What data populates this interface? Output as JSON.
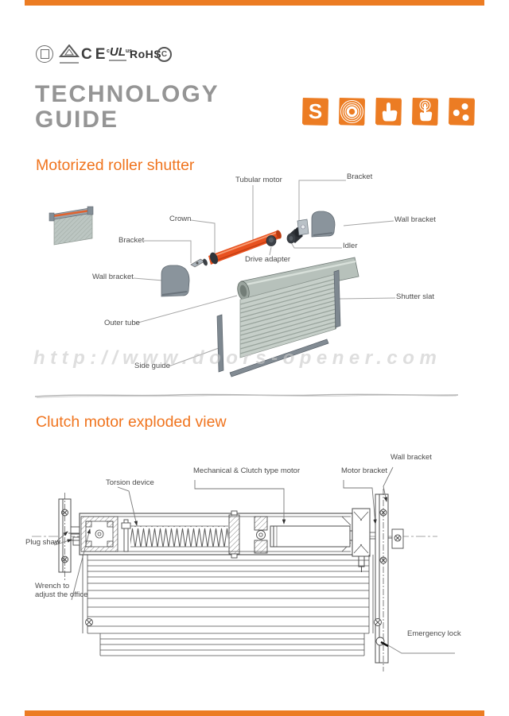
{
  "colors": {
    "accent_orange": "#EC7C23",
    "title_gray": "#959595",
    "motor_orange": "#E8511F",
    "leader_gray": "#9b9b9b"
  },
  "header": {
    "certifications": {
      "ce": "CE",
      "ul_prefix": "c",
      "ul": "UL",
      "ul_suffix": "us",
      "rohs": "RoHS",
      "c_mark": "C"
    },
    "title_line1": "TECHNOLOGY",
    "title_line2": "GUIDE",
    "tile_s": "S"
  },
  "section1": {
    "title": "Motorized roller shutter",
    "labels": {
      "tubular_motor": "Tubular motor",
      "bracket_top": "Bracket",
      "crown": "Crown",
      "wall_bracket_right": "Wall bracket",
      "idler": "Idler",
      "drive_adapter": "Drive adapter",
      "bracket_left": "Bracket",
      "wall_bracket_left": "Wall bracket",
      "shutter_slat": "Shutter slat",
      "outer_tube": "Outer tube",
      "side_guide": "Side guide"
    }
  },
  "watermark": "http://www.doors-opener.com",
  "section2": {
    "title": "Clutch motor exploded view",
    "labels": {
      "torsion_device": "Torsion device",
      "mech_clutch_motor": "Mechanical & Clutch type motor",
      "motor_bracket": "Motor bracket",
      "wall_bracket": "Wall bracket",
      "plug_shaw": "Plug shaw",
      "wrench_line1": "Wrench to",
      "wrench_line2": "adjust the office",
      "emergency_lock": "Emergency lock"
    }
  }
}
